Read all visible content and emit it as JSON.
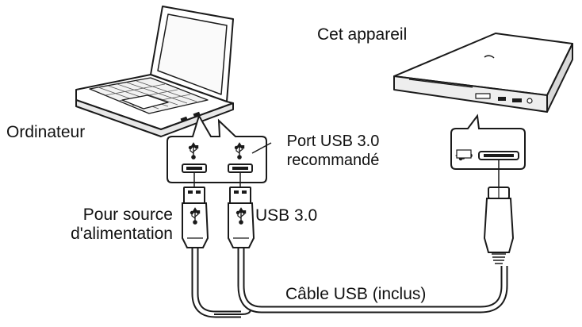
{
  "labels": {
    "device": "Cet appareil",
    "computer": "Ordinateur",
    "port_line1": "Port USB 3.0",
    "port_line2": "recommandé",
    "power_line1": "Pour source",
    "power_line2": "d'alimentation",
    "usb3": "USB 3.0",
    "cable": "Câble USB (inclus)"
  },
  "icons": [
    "laptop-icon",
    "external-drive-icon",
    "usb-symbol-icon",
    "usb-a-plug-icon",
    "usb-micro-b-plug-icon"
  ],
  "colors": {
    "line": "#1a1a1a",
    "fill": "#ffffff",
    "shade": "#d9d9d9"
  }
}
